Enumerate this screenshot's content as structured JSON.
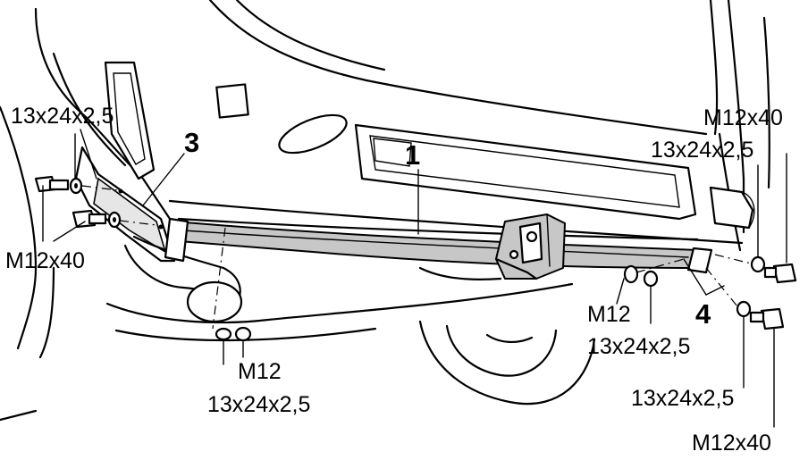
{
  "labels": {
    "washer_top_left": "13x24x2,5",
    "bolt_left": "M12x40",
    "nut_bottom": "M12",
    "washer_bottom": "13x24x2,5",
    "bolt_top_right": "M12x40",
    "washer_top_right": "13x24x2,5",
    "nut_right": "M12",
    "washer_right_mid": "13x24x2,5",
    "washer_bottom_right": "13x24x2,5",
    "bolt_bottom_right": "M12x40"
  },
  "callouts": {
    "part_1": "1",
    "part_3": "3",
    "part_4": "4"
  }
}
